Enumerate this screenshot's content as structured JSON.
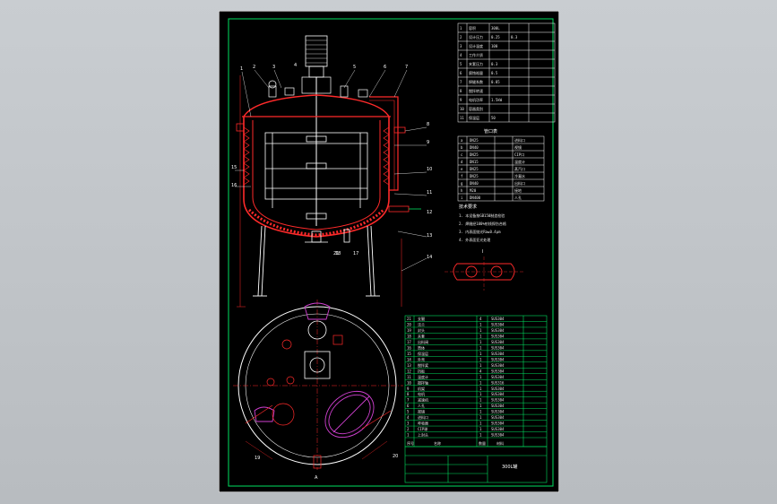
{
  "drawing": {
    "title_block_name": "300L罐",
    "section_label": "A",
    "detail_label": "I"
  },
  "callouts": [
    "1",
    "2",
    "3",
    "4",
    "5",
    "6",
    "7",
    "8",
    "9",
    "10",
    "11",
    "12",
    "13",
    "14",
    "15",
    "16",
    "17",
    "18",
    "19",
    "20",
    "21"
  ],
  "spec_table": {
    "rows": [
      [
        "1",
        "容积",
        "300L",
        "",
        ""
      ],
      [
        "2",
        "设计压力",
        "0.25",
        "0.3",
        ""
      ],
      [
        "3",
        "设计温度",
        "100",
        "",
        ""
      ],
      [
        "4",
        "工作介质",
        "",
        "",
        " "
      ],
      [
        "5",
        "夹套压力",
        "0.3",
        "",
        ""
      ],
      [
        "6",
        "腐蚀裕量",
        "0.5",
        "",
        ""
      ],
      [
        "7",
        "焊缝系数",
        "0.85",
        "",
        ""
      ],
      [
        "8",
        "搅拌转速",
        "",
        "",
        ""
      ],
      [
        "9",
        "电机功率",
        "1.5kW",
        "",
        ""
      ],
      [
        "10",
        "容器类别",
        "",
        "",
        ""
      ],
      [
        "11",
        "保温层",
        "50",
        "",
        ""
      ]
    ]
  },
  "nozzle_table": {
    "heading": "管口表",
    "rows": [
      [
        "a",
        "DN25",
        "",
        "进料口"
      ],
      [
        "b",
        "DN40",
        "",
        "视镜"
      ],
      [
        "c",
        "DN25",
        "",
        "CIP口"
      ],
      [
        "d",
        "DN15",
        "",
        "温度计"
      ],
      [
        "e",
        "DN25",
        "",
        "蒸汽口"
      ],
      [
        "f",
        "DN25",
        "",
        "冷凝水"
      ],
      [
        "g",
        "DN40",
        "",
        "出料口"
      ],
      [
        "h",
        "M20",
        "",
        "接地"
      ],
      [
        "i",
        "DN400",
        "",
        "人孔"
      ]
    ]
  },
  "notes": {
    "heading": "技术要求",
    "lines": [
      "1. 本设备按GB150制造检验",
      "2. 焊缝经100%射线探伤合格",
      "3. 内表面抛光Ra≤0.4μm",
      "4. 外表面亚光处理"
    ]
  },
  "parts_list": {
    "rows": [
      [
        "21",
        "支腿",
        "4",
        "SUS304"
      ],
      [
        "20",
        "法兰",
        "1",
        "SUS304"
      ],
      [
        "19",
        "封头",
        "1",
        "SUS304"
      ],
      [
        "18",
        "夹套",
        "1",
        "SUS304"
      ],
      [
        "17",
        "出料阀",
        "1",
        "SUS304"
      ],
      [
        "16",
        "筒体",
        "1",
        "SUS304"
      ],
      [
        "15",
        "保温层",
        "1",
        "SUS304"
      ],
      [
        "14",
        "外壳",
        "1",
        "SUS304"
      ],
      [
        "13",
        "搅拌桨",
        "1",
        "SUS304"
      ],
      [
        "12",
        "挡板",
        "4",
        "SUS304"
      ],
      [
        "11",
        "温度计",
        "1",
        "SUS304"
      ],
      [
        "10",
        "搅拌轴",
        "1",
        "SUS316"
      ],
      [
        "9",
        "机架",
        "1",
        "SUS304"
      ],
      [
        "8",
        "电机",
        "1",
        "SUS304"
      ],
      [
        "7",
        "减速机",
        "1",
        "SUS304"
      ],
      [
        "6",
        "人孔",
        "1",
        "SUS304"
      ],
      [
        "5",
        "视镜",
        "1",
        "SUS304"
      ],
      [
        "4",
        "进料口",
        "1",
        "SUS304"
      ],
      [
        "3",
        "呼吸器",
        "1",
        "SUS304"
      ],
      [
        "2",
        "CIP球",
        "1",
        "SUS304"
      ],
      [
        "1",
        "上封头",
        "1",
        "SUS304"
      ]
    ],
    "header": [
      "序号",
      "名称",
      "数量",
      "材料"
    ]
  },
  "colors": {
    "background": "#000000",
    "frame": "#ffffff",
    "vessel": "#ff2a2a",
    "internal": "#ffffff",
    "table": "#00e060",
    "manway": "#d040d0"
  }
}
